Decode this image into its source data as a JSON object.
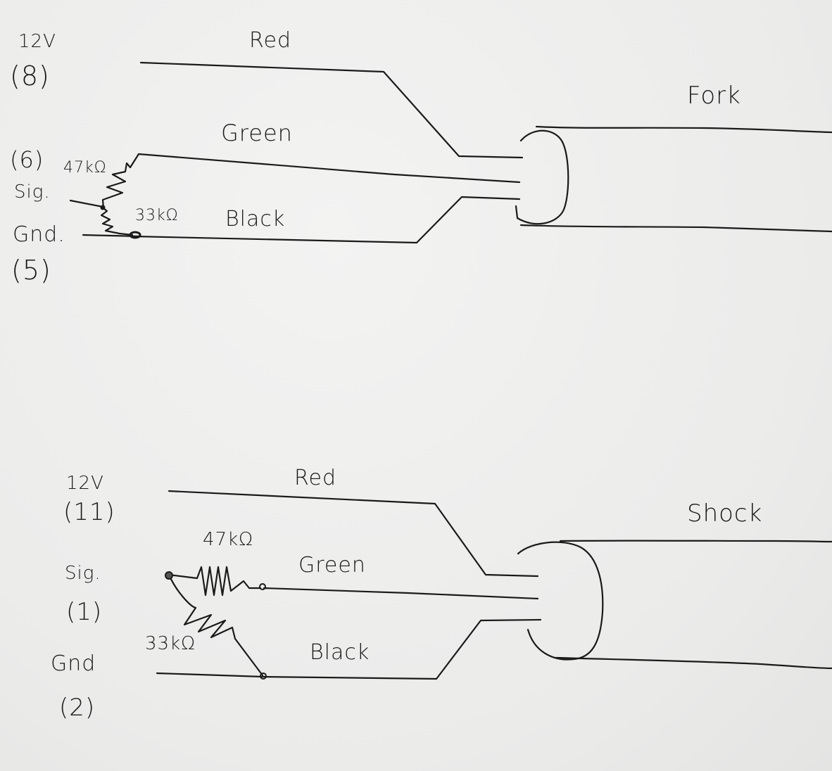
{
  "diagrams": [
    {
      "component": "Fork",
      "pins": {
        "power": {
          "label": "12V",
          "number": "(8)"
        },
        "signal": {
          "label": "Sig.",
          "number": "(6)"
        },
        "ground": {
          "label": "Gnd.",
          "number": "(5)"
        }
      },
      "wires": {
        "red": "Red",
        "green": "Green",
        "black": "Black"
      },
      "resistors": {
        "upper": "47kΩ",
        "lower": "33kΩ"
      }
    },
    {
      "component": "Shock",
      "pins": {
        "power": {
          "label": "12V",
          "number": "(11)"
        },
        "signal": {
          "label": "Sig.",
          "number": "(1)"
        },
        "ground": {
          "label": "Gnd",
          "number": "(2)"
        }
      },
      "wires": {
        "red": "Red",
        "green": "Green",
        "black": "Black"
      },
      "resistors": {
        "upper": "47kΩ",
        "lower": "33kΩ"
      }
    }
  ]
}
